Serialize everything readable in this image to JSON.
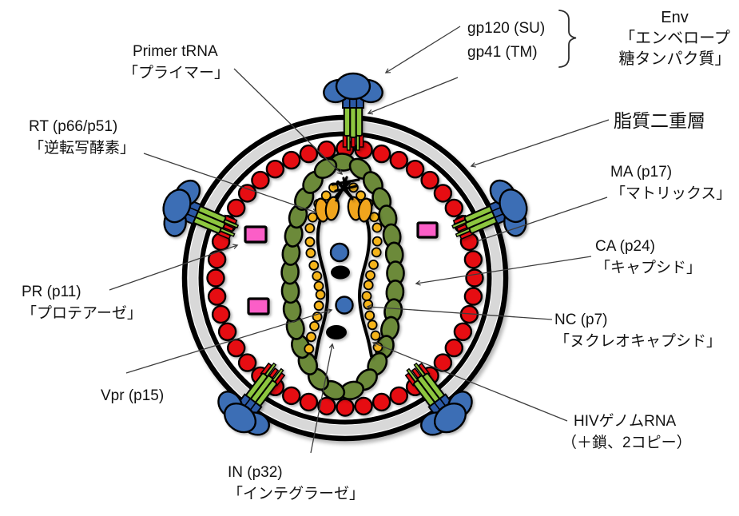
{
  "title": "HIV virion structure diagram",
  "labels": {
    "primer_trna": {
      "line1": "Primer tRNA",
      "line2": "「プライマー」"
    },
    "gp120": "gp120 (SU)",
    "gp41": "gp41 (TM)",
    "env": {
      "line1": "Env",
      "line2": "「エンベロープ",
      "line3": "糖タンパク質」"
    },
    "lipid_bilayer": "脂質二重層",
    "ma": {
      "line1": "MA (p17)",
      "line2": "「マトリックス」"
    },
    "ca": {
      "line1": "CA (p24)",
      "line2": "「キャプシド」"
    },
    "nc": {
      "line1": "NC (p7)",
      "line2": "「ヌクレオキャプシド」"
    },
    "rt": {
      "line1": "RT (p66/p51)",
      "line2": "「逆転写酵素」"
    },
    "pr": {
      "line1": "PR (p11)",
      "line2": "「プロテアーゼ」"
    },
    "vpr": "Vpr (p15)",
    "integrase": {
      "line1": "IN (p32)",
      "line2": "「インテグラーゼ」"
    },
    "genome_rna": {
      "line1": "HIVゲノムRNA",
      "line2": "（＋鎖、2コピー）"
    }
  },
  "figure": {
    "colors": {
      "outline": "#000000",
      "membrane_gray": "#D8D8D8",
      "matrix_red": "#E60D12",
      "capsid_green": "#6C8A3A",
      "stalk_green": "#8DC63F",
      "spike_blue": "#3C6EB5",
      "spike_band_blue": "#2B59A5",
      "nc_gold": "#F5B41A",
      "rt_gold": "#F0A51D",
      "pr_pink": "#FB5EC7",
      "in_black": "#000000",
      "leader_line": "#3d3d3d"
    },
    "counts": {
      "env_spikes": 5,
      "matrix_beads": 44,
      "capsid_beads": 29,
      "nc_beads_per_strand": 16,
      "rna_strands": 2,
      "rt_subunits": 4,
      "pr_squares": 3,
      "vpr_balls": 2,
      "in_particles": 2
    }
  }
}
